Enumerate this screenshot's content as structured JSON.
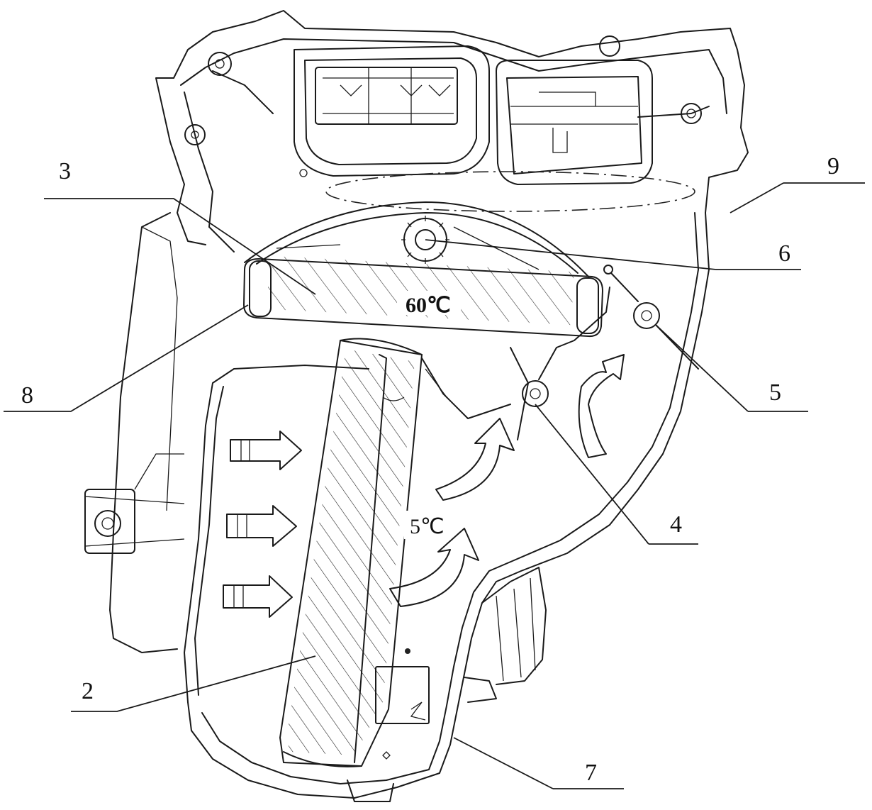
{
  "labels": {
    "l2": "2",
    "l3": "3",
    "l4": "4",
    "l5": "5",
    "l6": "6",
    "l7": "7",
    "l8": "8",
    "l9": "9"
  },
  "temperatures": {
    "hot": "60℃",
    "cold": "5℃"
  }
}
